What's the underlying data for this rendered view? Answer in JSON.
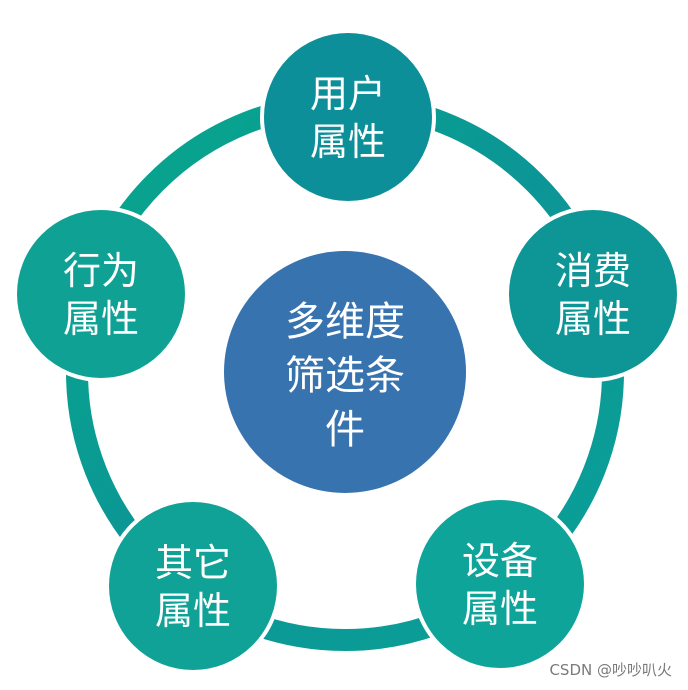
{
  "diagram": {
    "center": {
      "lines": [
        "多维度",
        "筛选条",
        "件"
      ]
    },
    "nodes": [
      {
        "lines": [
          "用户",
          "属性"
        ]
      },
      {
        "lines": [
          "消费",
          "属性"
        ]
      },
      {
        "lines": [
          "设备",
          "属性"
        ]
      },
      {
        "lines": [
          "其它",
          "属性"
        ]
      },
      {
        "lines": [
          "行为",
          "属性"
        ]
      }
    ],
    "colors": {
      "ring_start": "#07A48D",
      "ring_end": "#0E8B95",
      "node_fill": "#0E9F96",
      "node_fill_top": "#0D8F99",
      "node_border": "#ffffff",
      "center_fill": "#3773AE"
    }
  },
  "watermark": "CSDN @吵吵叭火"
}
